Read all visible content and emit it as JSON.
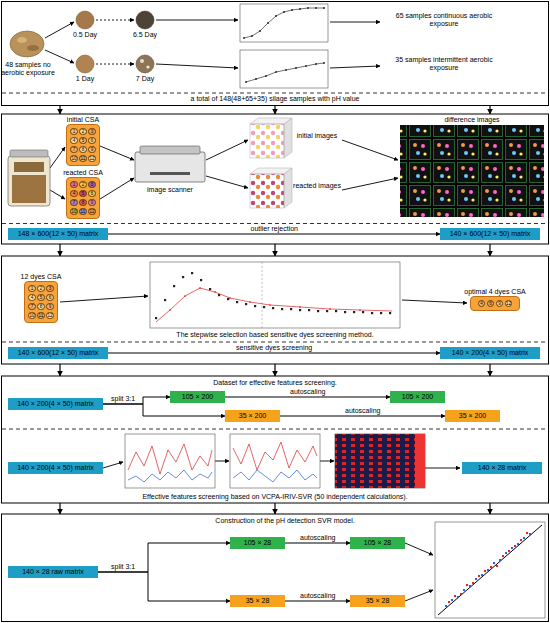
{
  "diagram": {
    "nodes": [
      {
        "text": [
          "initial CSA"
        ]
      },
      {
        "text": [
          "1"
        ],
        "in": 0
      },
      {
        "text": [
          "2"
        ],
        "in": 0
      },
      {
        "text": [
          "3"
        ],
        "in": 0
      },
      {
        "text": [
          "4"
        ],
        "in": 0
      },
      {
        "text": [
          "5"
        ],
        "in": 0
      },
      {
        "text": [
          "6"
        ],
        "in": 0
      },
      {
        "text": [
          "7"
        ],
        "in": 0
      },
      {
        "text": [
          "8"
        ],
        "in": 0
      },
      {
        "text": [
          "9"
        ],
        "in": 0
      },
      {
        "text": [
          "10"
        ],
        "in": 0
      },
      {
        "text": [
          "11"
        ],
        "in": 0
      },
      {
        "text": [
          "12"
        ],
        "in": 0
      },
      {
        "text": [
          "reacted CSA"
        ]
      },
      {
        "text": [
          "1"
        ],
        "in": 13
      },
      {
        "text": [
          "2"
        ],
        "in": 13
      },
      {
        "text": [
          "3"
        ],
        "in": 13
      },
      {
        "text": [
          "4"
        ],
        "in": 13
      },
      {
        "text": [
          "5"
        ],
        "in": 13
      },
      {
        "text": [
          "6"
        ],
        "in": 13
      },
      {
        "text": [
          "7"
        ],
        "in": 13
      },
      {
        "text": [
          "8"
        ],
        "in": 13
      },
      {
        "text": [
          "9"
        ],
        "in": 13
      },
      {
        "text": [
          "10"
        ],
        "in": 13
      },
      {
        "text": [
          "11"
        ],
        "in": 13
      },
      {
        "text": [
          "12"
        ],
        "in": 13
      },
      {
        "text": [
          "148 × 600(12 × 50) matrix"
        ]
      },
      {
        "text": [
          "140 × 600(12 × 50) matrix"
        ]
      },
      {
        "text": [
          "12 dyes CSA"
        ]
      },
      {
        "text": [
          "1"
        ],
        "in": 28
      },
      {
        "text": [
          "2"
        ],
        "in": 28
      },
      {
        "text": [
          "3"
        ],
        "in": 28
      },
      {
        "text": [
          "4"
        ],
        "in": 28
      },
      {
        "text": [
          "5"
        ],
        "in": 28
      },
      {
        "text": [
          "6"
        ],
        "in": 28
      },
      {
        "text": [
          "7"
        ],
        "in": 28
      },
      {
        "text": [
          "8"
        ],
        "in": 28
      },
      {
        "text": [
          "9"
        ],
        "in": 28
      },
      {
        "text": [
          "10"
        ],
        "in": 28
      },
      {
        "text": [
          "11"
        ],
        "in": 28
      },
      {
        "text": [
          "12"
        ],
        "in": 28
      },
      {
        "text": [
          "optimal 4 dyes CSA"
        ]
      },
      {
        "text": [
          "4"
        ],
        "in": 41
      },
      {
        "text": [
          "6"
        ],
        "in": 41
      },
      {
        "text": [
          "9"
        ],
        "in": 41
      },
      {
        "text": [
          "12"
        ],
        "in": 41
      },
      {
        "text": [
          "140 × 600(12 × 50) matrix"
        ]
      },
      {
        "text": [
          "140 × 200(4 × 50) matrix"
        ]
      },
      {
        "text": [
          "140 × 200(4 × 50) matrix"
        ]
      },
      {
        "text": [
          "105 × 200"
        ]
      },
      {
        "text": [
          "105 × 200"
        ]
      },
      {
        "text": [
          "35 × 200"
        ]
      },
      {
        "text": [
          "35 × 200"
        ]
      },
      {
        "text": [
          "140 × 200(4 × 50) matrix"
        ]
      },
      {
        "text": [
          "140 × 28 matrix"
        ]
      },
      {
        "text": [
          "140 × 28 raw matrix"
        ]
      },
      {
        "text": [
          "105 × 28"
        ]
      },
      {
        "text": [
          "105 × 28"
        ]
      },
      {
        "text": [
          "35 × 28"
        ]
      },
      {
        "text": [
          "35 × 28"
        ]
      }
    ],
    "edges": [
      {
        "from": 26,
        "to": 27,
        "label": "outlier rejection",
        "arrow": "to"
      },
      {
        "from": 46,
        "to": 47,
        "label": "sensitive dyes screening",
        "arrow": "to"
      },
      {
        "from": 48,
        "to": 49,
        "label": "split 3:1",
        "arrow": "to"
      },
      {
        "from": 48,
        "to": 51,
        "arrow": "to"
      },
      {
        "from": 49,
        "to": 50,
        "label": "autoscaling",
        "arrow": "to"
      },
      {
        "from": 51,
        "to": 52,
        "label": "autoscaling",
        "arrow": "to"
      },
      {
        "from": 55,
        "to": 56,
        "label": "split 3:1",
        "arrow": "to"
      },
      {
        "from": 55,
        "to": 58,
        "arrow": "to"
      },
      {
        "from": 56,
        "to": 57,
        "label": "autoscaling",
        "arrow": "to"
      },
      {
        "from": 58,
        "to": 59,
        "label": "autoscaling",
        "arrow": "to"
      }
    ],
    "labels": [
      "48 samples no aerobic exposure",
      "0.5 Day",
      "6.5 Day",
      "65 samples continuous aerobic exposure",
      "1 Day",
      "7 Day",
      "35 samples intermittent aerobic exposure",
      "a total of 148(48+65+35) silage samples with pH value",
      "image scanner",
      "initial images",
      "reacted images",
      "difference images",
      "The stepwise selection based sensitive dyes screening method.",
      "Dataset for effective features screening.",
      "Effective features screening based on VCPA-IRIV-SVR (50 independent calculations).",
      "Construction of the pH detection SVR model."
    ]
  }
}
